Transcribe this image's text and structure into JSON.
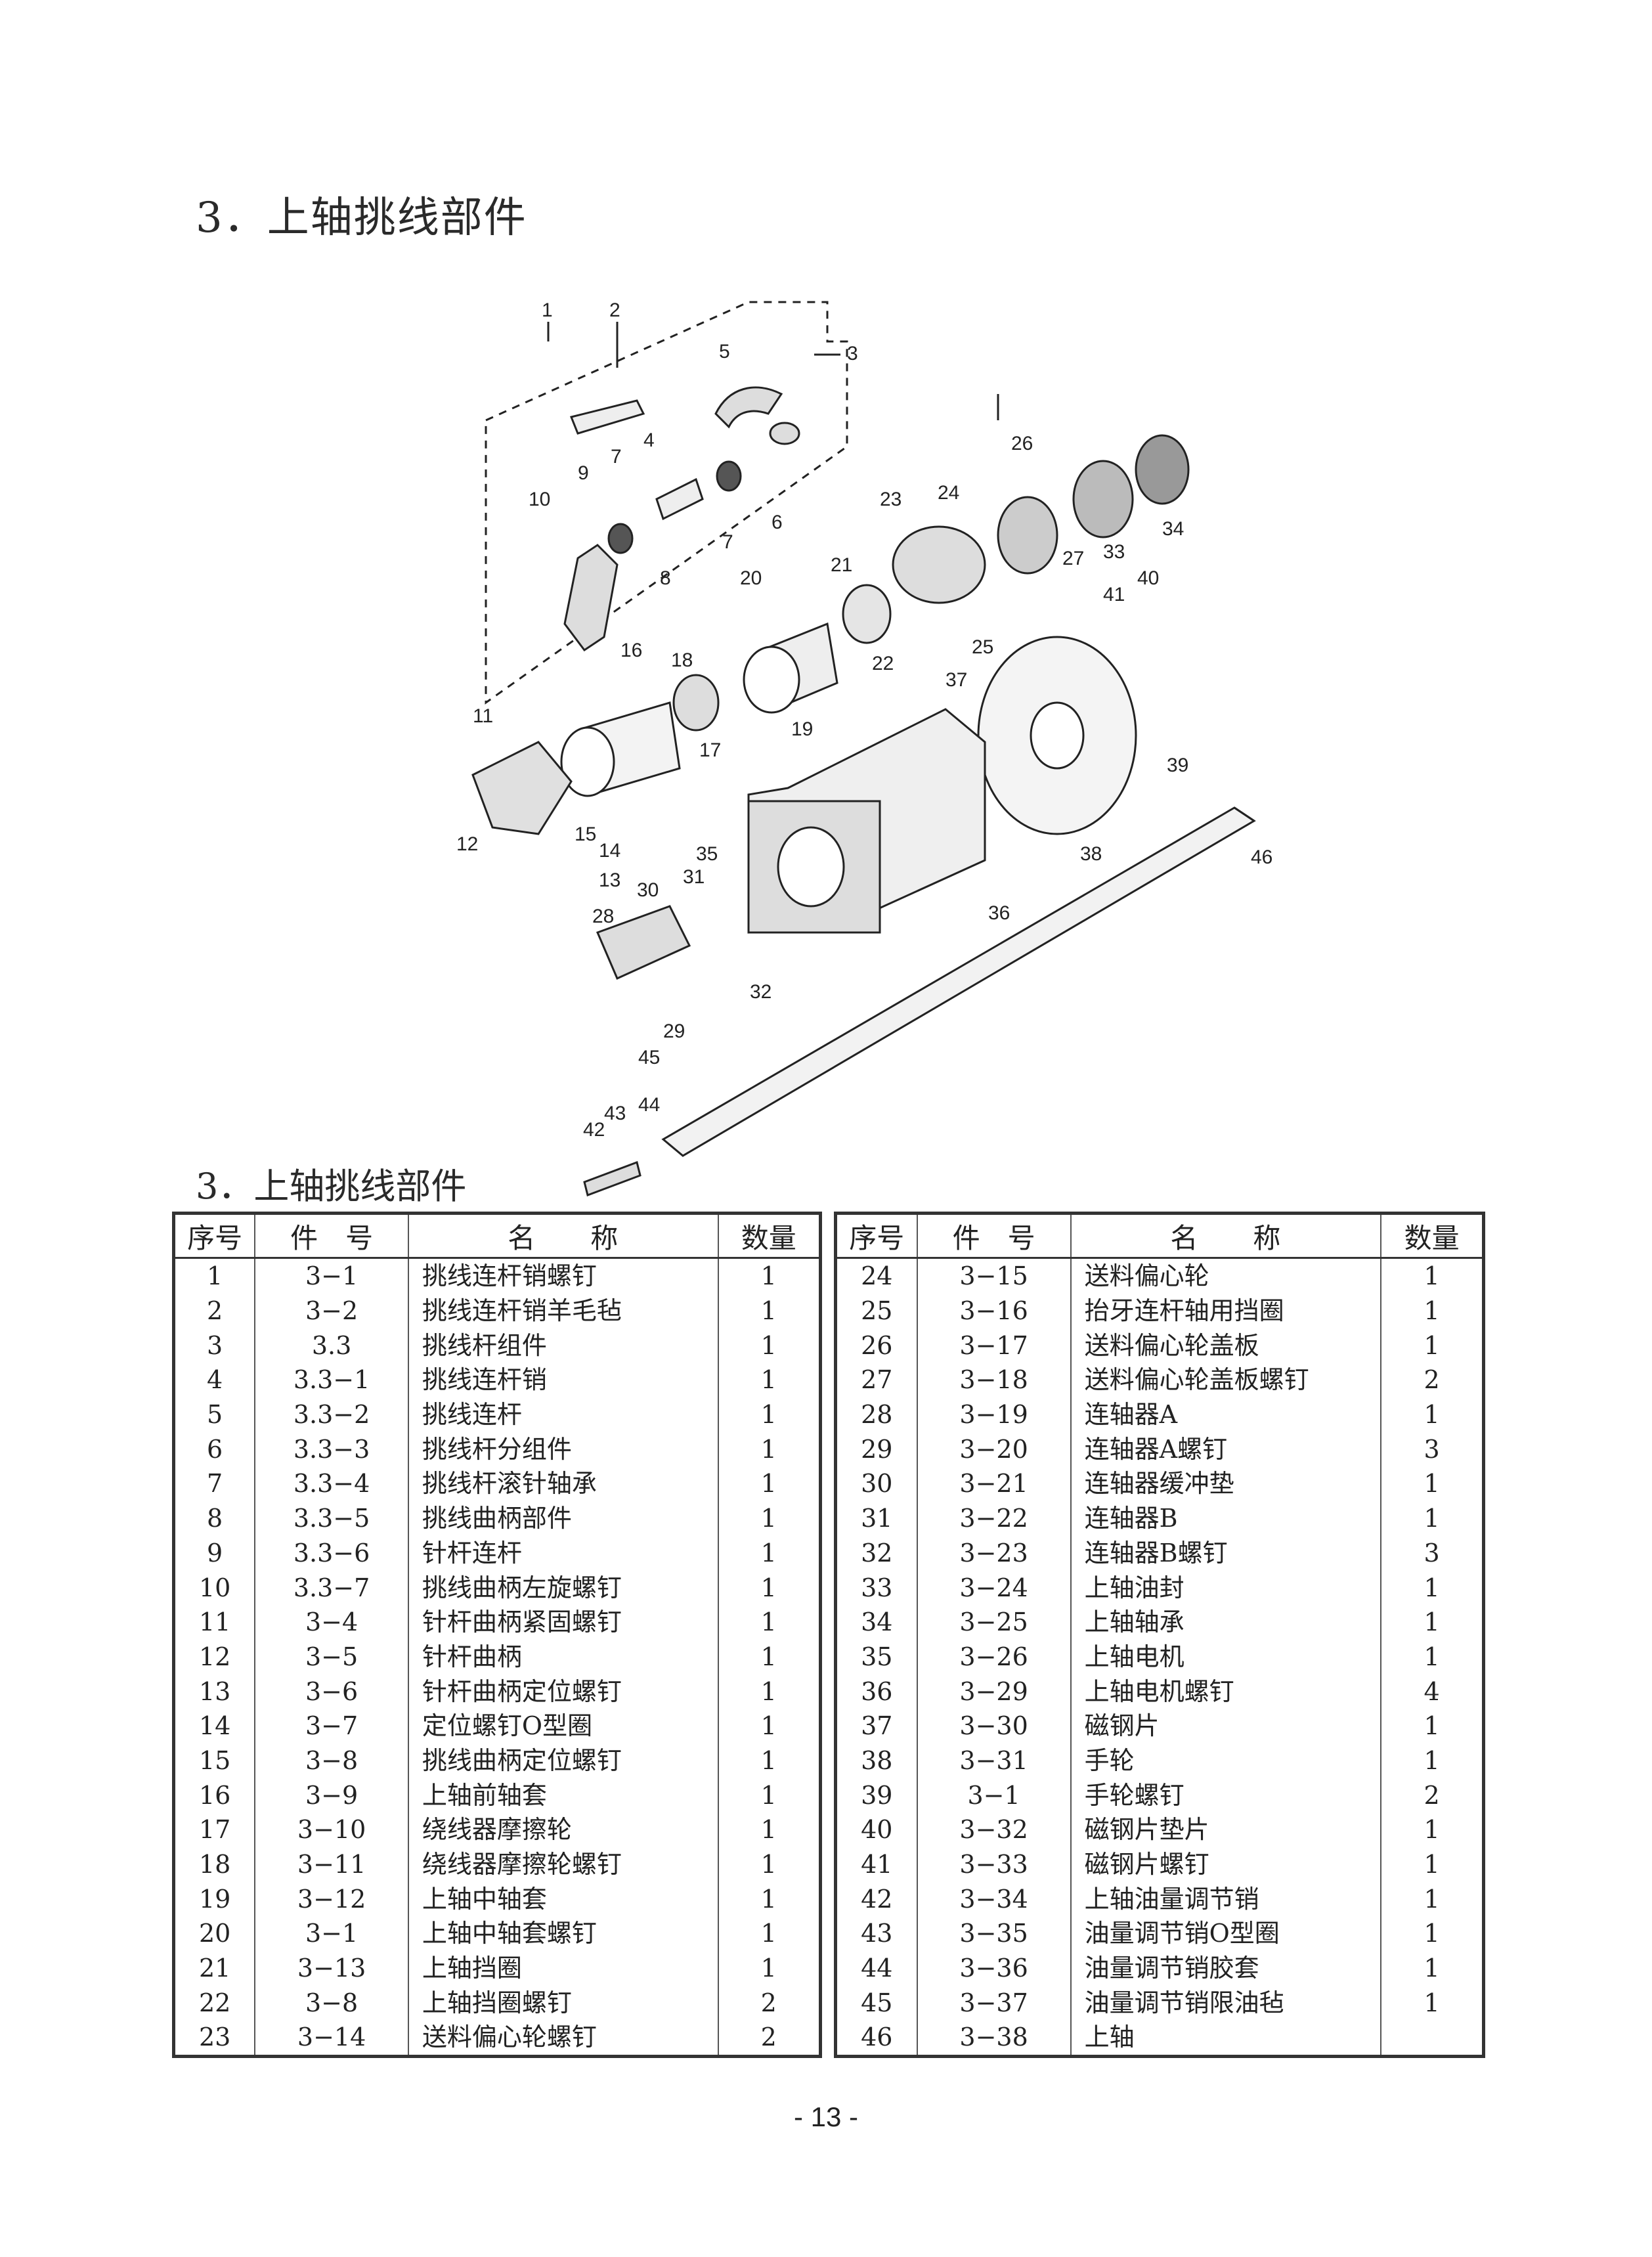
{
  "page": {
    "title": "3．上轴挑线部件",
    "table_title": "3．上轴挑线部件",
    "page_number": "- 13 -"
  },
  "diagram": {
    "callouts": [
      "1",
      "2",
      "3",
      "4",
      "5",
      "6",
      "7",
      "7",
      "8",
      "9",
      "10",
      "11",
      "12",
      "13",
      "14",
      "15",
      "16",
      "17",
      "18",
      "19",
      "20",
      "21",
      "22",
      "23",
      "24",
      "25",
      "26",
      "27",
      "28",
      "29",
      "30",
      "31",
      "32",
      "33",
      "34",
      "35",
      "36",
      "37",
      "38",
      "39",
      "40",
      "41",
      "42",
      "43",
      "44",
      "45",
      "46"
    ]
  },
  "table": {
    "headers": [
      "序号",
      "件　号",
      "名　　称",
      "数量"
    ],
    "left_rows": [
      {
        "no": "1",
        "code": "3−1",
        "name": "挑线连杆销螺钉",
        "qty": "1"
      },
      {
        "no": "2",
        "code": "3−2",
        "name": "挑线连杆销羊毛毡",
        "qty": "1"
      },
      {
        "no": "3",
        "code": "3.3",
        "name": "挑线杆组件",
        "qty": "1"
      },
      {
        "no": "4",
        "code": "3.3−1",
        "name": "挑线连杆销",
        "qty": "1"
      },
      {
        "no": "5",
        "code": "3.3−2",
        "name": "挑线连杆",
        "qty": "1"
      },
      {
        "no": "6",
        "code": "3.3−3",
        "name": "挑线杆分组件",
        "qty": "1"
      },
      {
        "no": "7",
        "code": "3.3−4",
        "name": "挑线杆滚针轴承",
        "qty": "1"
      },
      {
        "no": "8",
        "code": "3.3−5",
        "name": "挑线曲柄部件",
        "qty": "1"
      },
      {
        "no": "9",
        "code": "3.3−6",
        "name": "针杆连杆",
        "qty": "1"
      },
      {
        "no": "10",
        "code": "3.3−7",
        "name": "挑线曲柄左旋螺钉",
        "qty": "1"
      },
      {
        "no": "11",
        "code": "3−4",
        "name": "针杆曲柄紧固螺钉",
        "qty": "1"
      },
      {
        "no": "12",
        "code": "3−5",
        "name": "针杆曲柄",
        "qty": "1"
      },
      {
        "no": "13",
        "code": "3−6",
        "name": "针杆曲柄定位螺钉",
        "qty": "1"
      },
      {
        "no": "14",
        "code": "3−7",
        "name": "定位螺钉O型圈",
        "qty": "1"
      },
      {
        "no": "15",
        "code": "3−8",
        "name": "挑线曲柄定位螺钉",
        "qty": "1"
      },
      {
        "no": "16",
        "code": "3−9",
        "name": "上轴前轴套",
        "qty": "1"
      },
      {
        "no": "17",
        "code": "3−10",
        "name": "绕线器摩擦轮",
        "qty": "1"
      },
      {
        "no": "18",
        "code": "3−11",
        "name": "绕线器摩擦轮螺钉",
        "qty": "1"
      },
      {
        "no": "19",
        "code": "3−12",
        "name": "上轴中轴套",
        "qty": "1"
      },
      {
        "no": "20",
        "code": "3−1",
        "name": "上轴中轴套螺钉",
        "qty": "1"
      },
      {
        "no": "21",
        "code": "3−13",
        "name": "上轴挡圈",
        "qty": "1"
      },
      {
        "no": "22",
        "code": "3−8",
        "name": "上轴挡圈螺钉",
        "qty": "2"
      },
      {
        "no": "23",
        "code": "3−14",
        "name": "送料偏心轮螺钉",
        "qty": "2"
      }
    ],
    "right_rows": [
      {
        "no": "24",
        "code": "3−15",
        "name": "送料偏心轮",
        "qty": "1"
      },
      {
        "no": "25",
        "code": "3−16",
        "name": "抬牙连杆轴用挡圈",
        "qty": "1"
      },
      {
        "no": "26",
        "code": "3−17",
        "name": "送料偏心轮盖板",
        "qty": "1"
      },
      {
        "no": "27",
        "code": "3−18",
        "name": "送料偏心轮盖板螺钉",
        "qty": "2"
      },
      {
        "no": "28",
        "code": "3−19",
        "name": "连轴器A",
        "qty": "1"
      },
      {
        "no": "29",
        "code": "3−20",
        "name": "连轴器A螺钉",
        "qty": "3"
      },
      {
        "no": "30",
        "code": "3−21",
        "name": "连轴器缓冲垫",
        "qty": "1"
      },
      {
        "no": "31",
        "code": "3−22",
        "name": "连轴器B",
        "qty": "1"
      },
      {
        "no": "32",
        "code": "3−23",
        "name": "连轴器B螺钉",
        "qty": "3"
      },
      {
        "no": "33",
        "code": "3−24",
        "name": "上轴油封",
        "qty": "1"
      },
      {
        "no": "34",
        "code": "3−25",
        "name": "上轴轴承",
        "qty": "1"
      },
      {
        "no": "35",
        "code": "3−26",
        "name": "上轴电机",
        "qty": "1"
      },
      {
        "no": "36",
        "code": "3−29",
        "name": "上轴电机螺钉",
        "qty": "4"
      },
      {
        "no": "37",
        "code": "3−30",
        "name": "磁钢片",
        "qty": "1"
      },
      {
        "no": "38",
        "code": "3−31",
        "name": "手轮",
        "qty": "1"
      },
      {
        "no": "39",
        "code": "3−1",
        "name": "手轮螺钉",
        "qty": "2"
      },
      {
        "no": "40",
        "code": "3−32",
        "name": "磁钢片垫片",
        "qty": "1"
      },
      {
        "no": "41",
        "code": "3−33",
        "name": "磁钢片螺钉",
        "qty": "1"
      },
      {
        "no": "42",
        "code": "3−34",
        "name": "上轴油量调节销",
        "qty": "1"
      },
      {
        "no": "43",
        "code": "3−35",
        "name": "油量调节销O型圈",
        "qty": "1"
      },
      {
        "no": "44",
        "code": "3−36",
        "name": "油量调节销胶套",
        "qty": "1"
      },
      {
        "no": "45",
        "code": "3−37",
        "name": "油量调节销限油毡",
        "qty": "1"
      },
      {
        "no": "46",
        "code": "3−38",
        "name": "上轴",
        "qty": ""
      }
    ]
  }
}
